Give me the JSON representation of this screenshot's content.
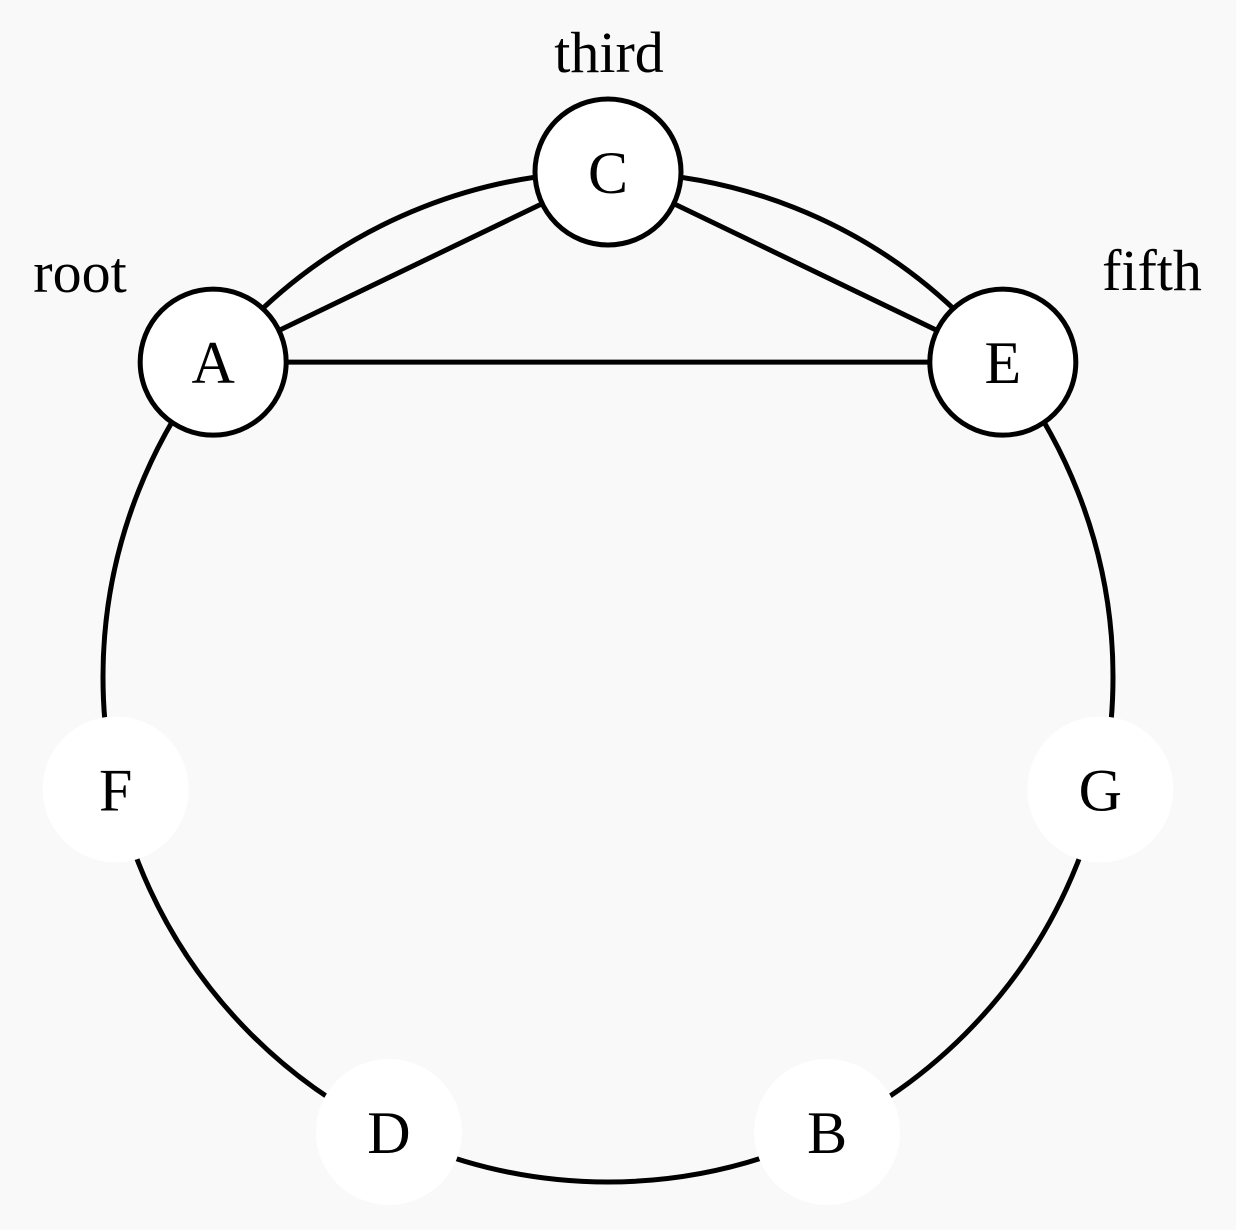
{
  "diagram": {
    "colors": {
      "background": "#f9f9f9",
      "stroke": "#000000",
      "node_fill": "#ffffff"
    },
    "nodes": [
      {
        "id": "C",
        "label": "C",
        "active": true,
        "role": "third"
      },
      {
        "id": "E",
        "label": "E",
        "active": true,
        "role": "fifth"
      },
      {
        "id": "G",
        "label": "G",
        "active": false,
        "role": ""
      },
      {
        "id": "B",
        "label": "B",
        "active": false,
        "role": ""
      },
      {
        "id": "D",
        "label": "D",
        "active": false,
        "role": ""
      },
      {
        "id": "F",
        "label": "F",
        "active": false,
        "role": ""
      },
      {
        "id": "A",
        "label": "A",
        "active": true,
        "role": "root"
      }
    ],
    "triangle": [
      "A",
      "C",
      "E"
    ]
  }
}
